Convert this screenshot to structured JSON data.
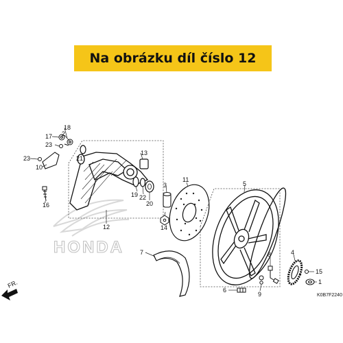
{
  "banner": {
    "text": "Na obrázku díl číslo 12",
    "color": "#f5c518"
  },
  "watermark": {
    "brand": "HONDA"
  },
  "direction": {
    "label": "FR."
  },
  "diagram_code": "K0B7F2240",
  "callouts": [
    "1",
    "2",
    "3",
    "4",
    "5",
    "6",
    "7",
    "8",
    "9",
    "10",
    "11",
    "12",
    "13",
    "14",
    "15",
    "16",
    "17",
    "18",
    "19",
    "20",
    "21",
    "22",
    "23",
    "23"
  ]
}
